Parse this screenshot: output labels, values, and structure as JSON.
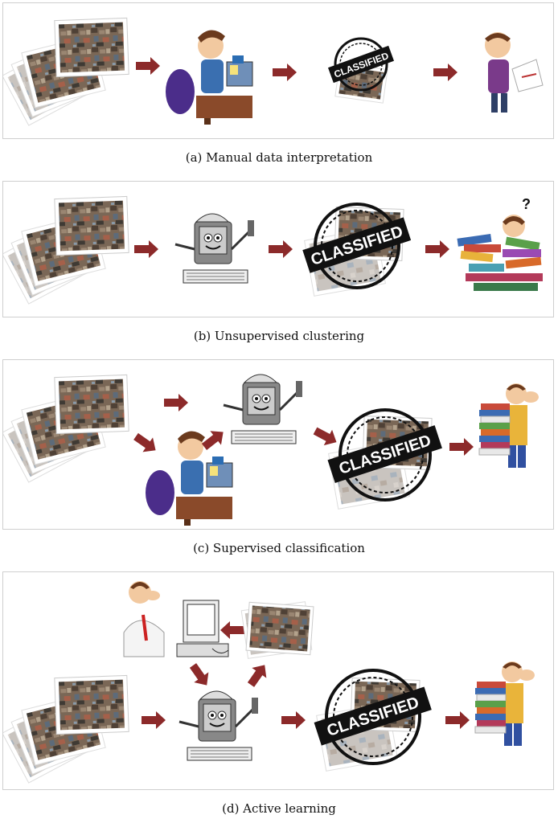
{
  "panels": [
    {
      "id": "a",
      "caption": "(a)  Manual data interpretation",
      "stamp": "CLASSIFIED"
    },
    {
      "id": "b",
      "caption": "(b)  Unsupervised clustering",
      "stamp": "CLASSIFIED",
      "question": "?"
    },
    {
      "id": "c",
      "caption": "(c)  Supervised classification",
      "stamp": "CLASSIFIED"
    },
    {
      "id": "d",
      "caption": "(d)  Active learning",
      "stamp": "CLASSIFIED"
    }
  ],
  "icons": [
    "photo-stack-icon",
    "arrow-icon",
    "analyst-at-desk-icon",
    "robot-computer-icon",
    "classified-stamp-icon",
    "confused-reader-icon",
    "man-with-books-icon",
    "man-at-computer-icon"
  ],
  "colors": {
    "arrow": "#8c2a2a",
    "stamp": "#111111",
    "frame": "#cfcfcf"
  }
}
